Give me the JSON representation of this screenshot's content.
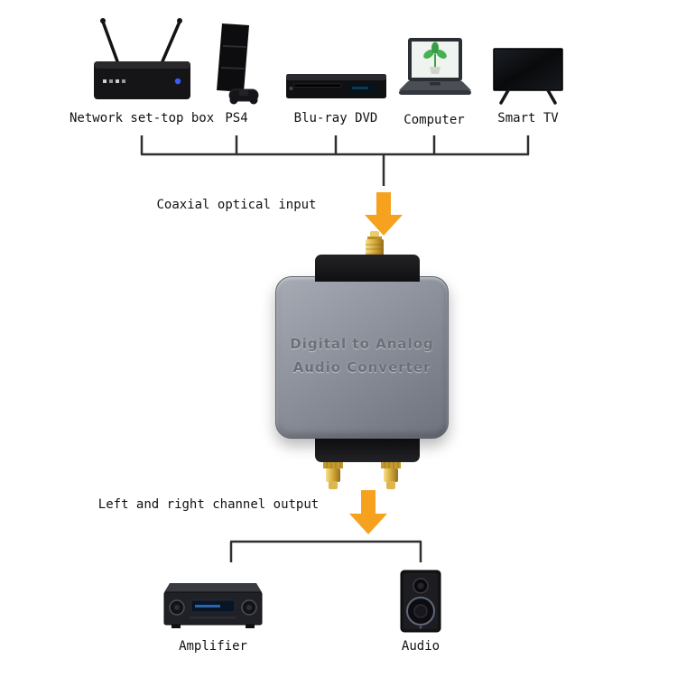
{
  "diagram": {
    "sources": [
      {
        "label": "Network set-top box",
        "icon": "set-top-box-icon"
      },
      {
        "label": "PS4",
        "icon": "ps4-console-icon"
      },
      {
        "label": "Blu-ray DVD",
        "icon": "bluray-player-icon"
      },
      {
        "label": "Computer",
        "icon": "laptop-icon"
      },
      {
        "label": "Smart TV",
        "icon": "tv-icon"
      }
    ],
    "input_caption": "Coaxial optical input",
    "converter": {
      "title_line1": "Digital to Analog",
      "title_line2": "Audio Converter"
    },
    "output_caption": "Left and right channel output",
    "outputs": [
      {
        "label": "Amplifier",
        "icon": "amplifier-icon"
      },
      {
        "label": "Audio",
        "icon": "speaker-icon"
      }
    ]
  },
  "colors": {
    "arrow": "#F6A21E",
    "line": "#2F2F2F",
    "gold": "#D4AF37"
  }
}
